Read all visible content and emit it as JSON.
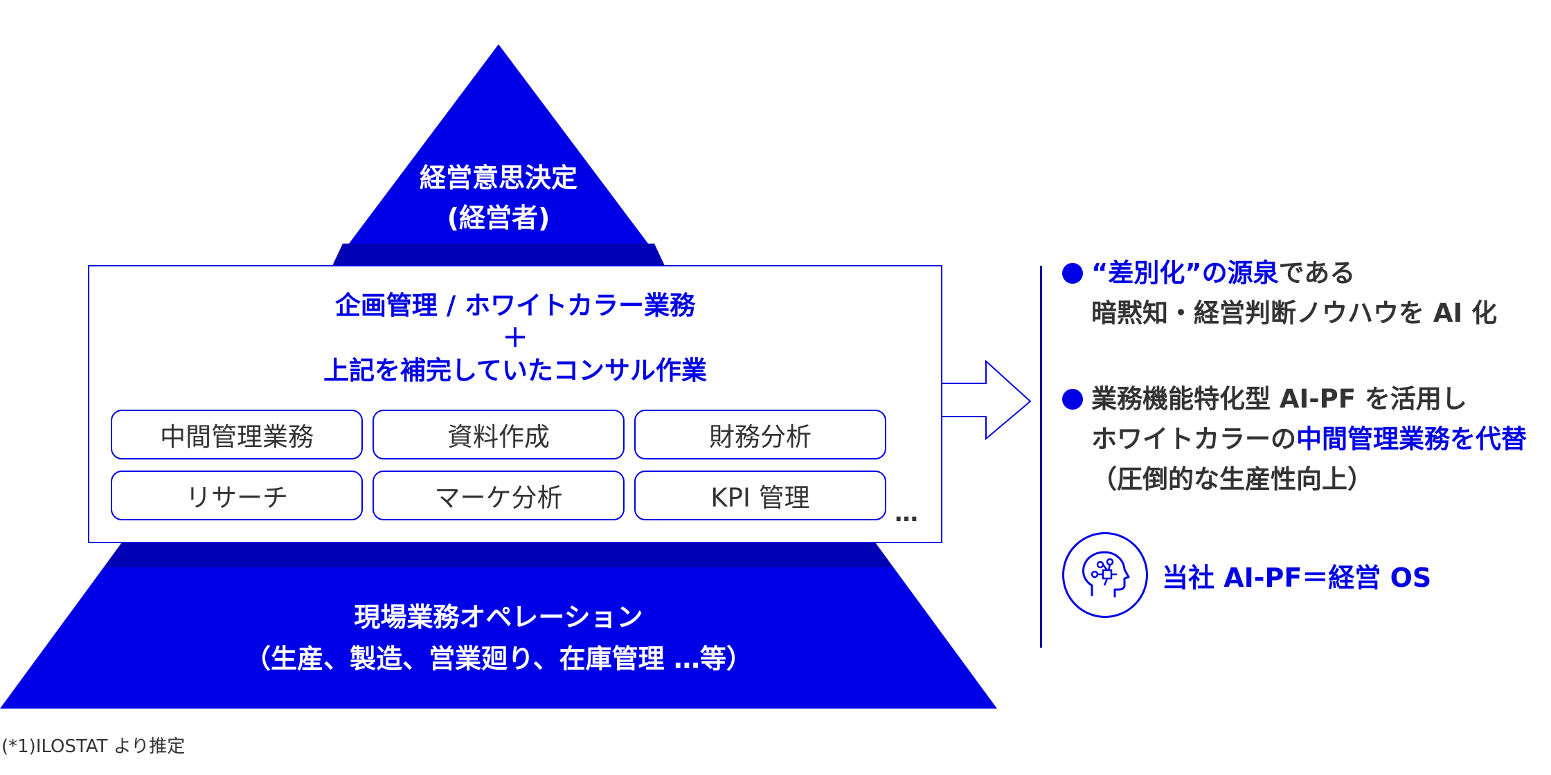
{
  "pyramid": {
    "top": {
      "line1": "経営意思決定",
      "line2": "(経営者)"
    },
    "middle": {
      "title_line1": "企画管理 / ホワイトカラー業務",
      "title_plus": "＋",
      "title_line2": "上記を補完していたコンサル作業",
      "tasks": [
        "中間管理業務",
        "資料作成",
        "財務分析",
        "リサーチ",
        "マーケ分析",
        "KPI 管理"
      ],
      "more": "…"
    },
    "bottom": {
      "line1": "現場業務オペレーション",
      "line2": "（生産、製造、営業廻り、在庫管理 …等）"
    }
  },
  "right_panel": {
    "bullet1": {
      "part_blue": "“差別化”の源泉",
      "part_plain": "である",
      "line2": "暗黙知・経営判断ノウハウを AI 化"
    },
    "bullet2": {
      "line1": "業務機能特化型 AI-PF を活用し",
      "line2_plain": "ホワイトカラーの",
      "line2_blue": "中間管理業務を代替",
      "line3": "（圧倒的な生産性向上）"
    },
    "os_label": "当社 AI-PF＝経営 OS",
    "os_icon": "brain-head-icon"
  },
  "footnote": "(*1)ILOSTAT より推定",
  "colors": {
    "accent": "#0000e6",
    "accent_dark": "#0000b4",
    "text": "#333333",
    "white": "#ffffff"
  }
}
